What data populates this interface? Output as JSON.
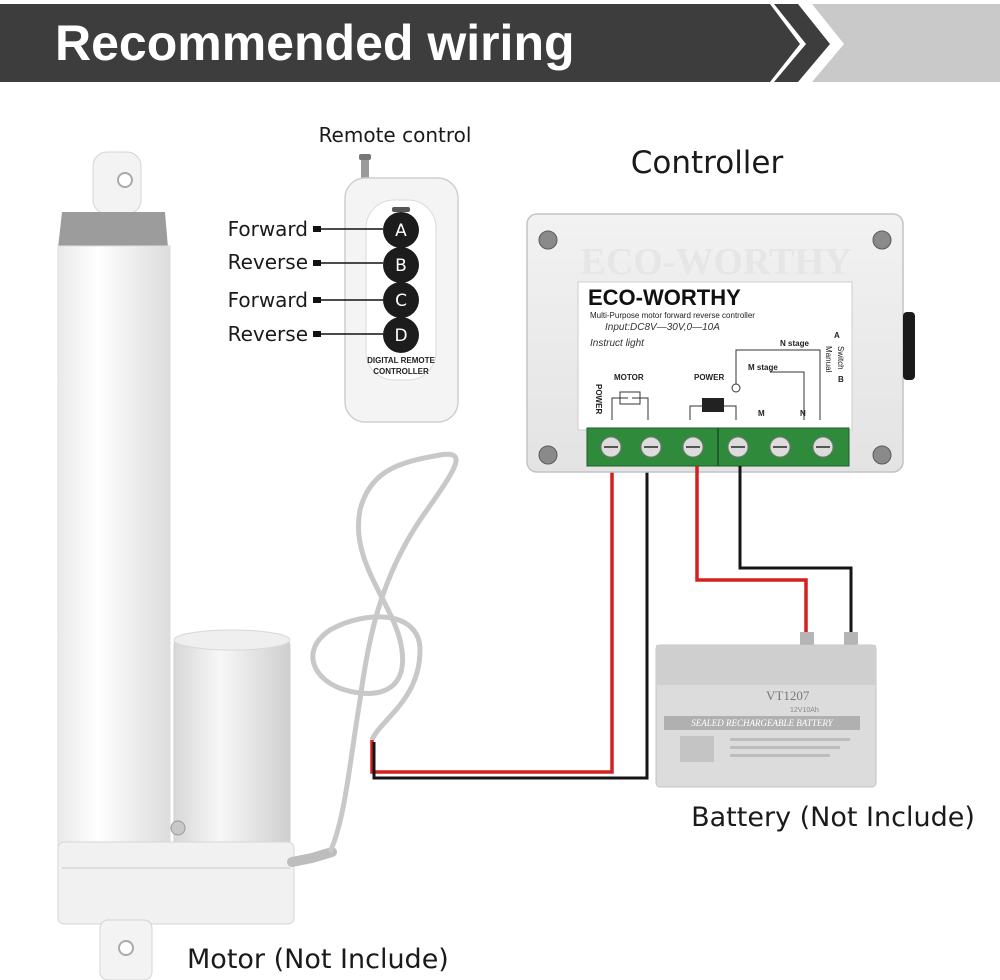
{
  "header": {
    "title": "Recommended wiring"
  },
  "remote": {
    "title": "Remote control",
    "buttons": [
      "A",
      "B",
      "C",
      "D"
    ],
    "legend": [
      "Forward",
      "Reverse",
      "Forward",
      "Reverse"
    ],
    "caption_line1": "DIGITAL REMOTE",
    "caption_line2": "CONTROLLER"
  },
  "controller": {
    "title": "Controller",
    "brand": "ECO-WORTHY",
    "ghost_brand": "ECO-WORTHY",
    "subtitle": "Multi-Purpose motor forward reverse controller",
    "input": "Input:DC8V—30V,0—10A",
    "instruct": "Instruct light",
    "power_side": "POWER",
    "motor_label": "MOTOR",
    "power_label": "POWER",
    "n_stage": "N stage",
    "m_stage": "M stage",
    "a_label": "A",
    "b_label": "B",
    "manual": "Manual",
    "switch": "Switch",
    "m_term": "M",
    "n_term": "N"
  },
  "battery": {
    "label": "Battery (Not Include)",
    "model": "VT1207",
    "rating": "12V10Ah",
    "banner": "SEALED RECHARGEABLE BATTERY"
  },
  "motor": {
    "label": "Motor (Not Include)"
  },
  "colors": {
    "header_bg": "#3d3d3d",
    "header_arrow_light": "#c9c9c9",
    "wire_red": "#d42020",
    "wire_black": "#151515",
    "terminal_green": "#2f8a3b",
    "remote_button": "#1c1c1c"
  }
}
